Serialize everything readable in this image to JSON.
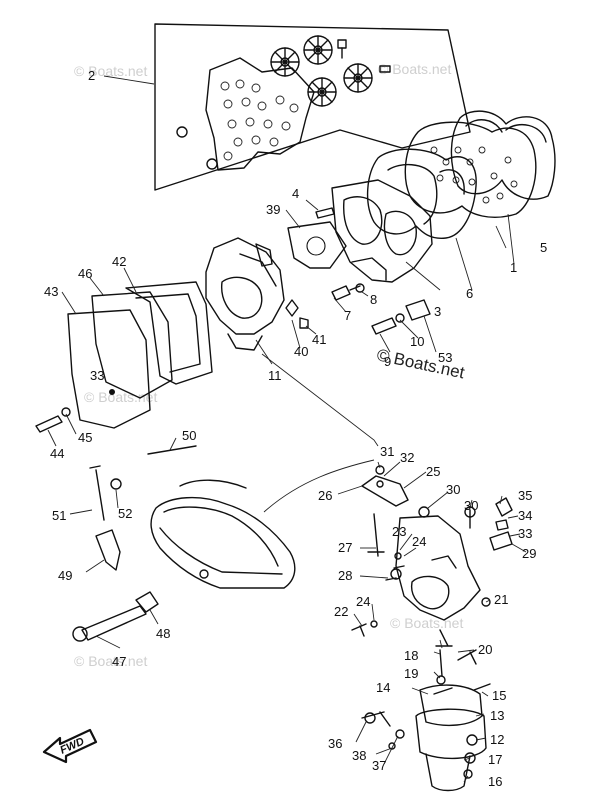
{
  "watermark": {
    "text_light": "© Boats.net",
    "text_main": "© Boats.net"
  },
  "direction_label": "FWD",
  "callouts": [
    {
      "id": "c2",
      "label": "2"
    },
    {
      "id": "c1",
      "label": "1"
    },
    {
      "id": "c3",
      "label": "3"
    },
    {
      "id": "c4",
      "label": "4"
    },
    {
      "id": "c5",
      "label": "5"
    },
    {
      "id": "c6",
      "label": "6"
    },
    {
      "id": "c7",
      "label": "7"
    },
    {
      "id": "c8",
      "label": "8"
    },
    {
      "id": "c9",
      "label": "9"
    },
    {
      "id": "c10",
      "label": "10"
    },
    {
      "id": "c11",
      "label": "11"
    },
    {
      "id": "c12",
      "label": "12"
    },
    {
      "id": "c13",
      "label": "13"
    },
    {
      "id": "c14",
      "label": "14"
    },
    {
      "id": "c15",
      "label": "15"
    },
    {
      "id": "c16",
      "label": "16"
    },
    {
      "id": "c17",
      "label": "17"
    },
    {
      "id": "c18",
      "label": "18"
    },
    {
      "id": "c19",
      "label": "19"
    },
    {
      "id": "c20",
      "label": "20"
    },
    {
      "id": "c21",
      "label": "21"
    },
    {
      "id": "c22",
      "label": "22"
    },
    {
      "id": "c23",
      "label": "23"
    },
    {
      "id": "c24a",
      "label": "24"
    },
    {
      "id": "c24b",
      "label": "24"
    },
    {
      "id": "c25",
      "label": "25"
    },
    {
      "id": "c26",
      "label": "26"
    },
    {
      "id": "c27",
      "label": "27"
    },
    {
      "id": "c28",
      "label": "28"
    },
    {
      "id": "c29",
      "label": "29"
    },
    {
      "id": "c30a",
      "label": "30"
    },
    {
      "id": "c30b",
      "label": "30"
    },
    {
      "id": "c31",
      "label": "31"
    },
    {
      "id": "c32",
      "label": "32"
    },
    {
      "id": "c33",
      "label": "33"
    },
    {
      "id": "c34",
      "label": "34"
    },
    {
      "id": "c35",
      "label": "35"
    },
    {
      "id": "c36",
      "label": "36"
    },
    {
      "id": "c37",
      "label": "37"
    },
    {
      "id": "c38",
      "label": "38"
    },
    {
      "id": "c39",
      "label": "39"
    },
    {
      "id": "c40",
      "label": "40"
    },
    {
      "id": "c41",
      "label": "41"
    },
    {
      "id": "c42",
      "label": "42"
    },
    {
      "id": "c43",
      "label": "43"
    },
    {
      "id": "c44",
      "label": "44"
    },
    {
      "id": "c45",
      "label": "45"
    },
    {
      "id": "c46",
      "label": "46"
    },
    {
      "id": "c47",
      "label": "47"
    },
    {
      "id": "c48",
      "label": "48"
    },
    {
      "id": "c49",
      "label": "49"
    },
    {
      "id": "c50",
      "label": "50"
    },
    {
      "id": "c51",
      "label": "51"
    },
    {
      "id": "c52",
      "label": "52"
    },
    {
      "id": "c53",
      "label": "53"
    }
  ]
}
